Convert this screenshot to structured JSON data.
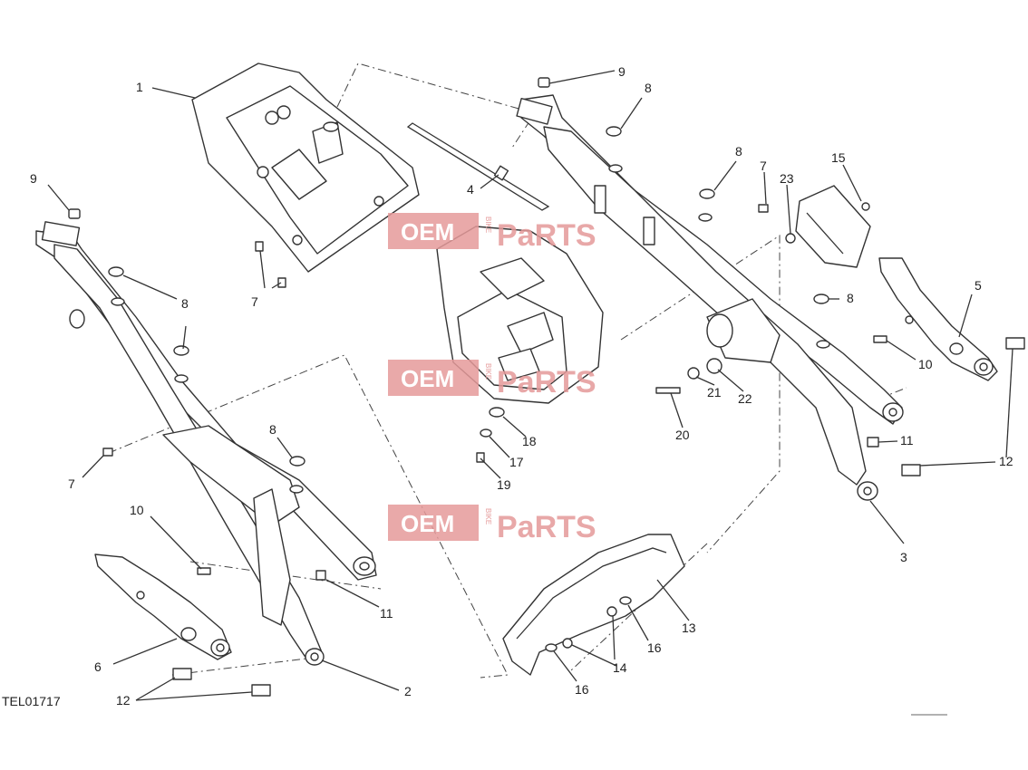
{
  "drawing_code": "TEL01717",
  "watermark": {
    "oem": "OEM",
    "bike": "BIKE",
    "parts": "PaRTS"
  },
  "callouts": [
    {
      "id": "c1",
      "text": "1"
    },
    {
      "id": "c2",
      "text": "2"
    },
    {
      "id": "c3",
      "text": "3"
    },
    {
      "id": "c4",
      "text": "4"
    },
    {
      "id": "c5",
      "text": "5"
    },
    {
      "id": "c6",
      "text": "6"
    },
    {
      "id": "c7a",
      "text": "7"
    },
    {
      "id": "c7b",
      "text": "7"
    },
    {
      "id": "c7c",
      "text": "7"
    },
    {
      "id": "c8a",
      "text": "8"
    },
    {
      "id": "c8b",
      "text": "8"
    },
    {
      "id": "c8c",
      "text": "8"
    },
    {
      "id": "c8d",
      "text": "8"
    },
    {
      "id": "c8e",
      "text": "8"
    },
    {
      "id": "c9a",
      "text": "9"
    },
    {
      "id": "c9b",
      "text": "9"
    },
    {
      "id": "c10a",
      "text": "10"
    },
    {
      "id": "c10b",
      "text": "10"
    },
    {
      "id": "c11a",
      "text": "11"
    },
    {
      "id": "c11b",
      "text": "11"
    },
    {
      "id": "c12a",
      "text": "12"
    },
    {
      "id": "c12b",
      "text": "12"
    },
    {
      "id": "c13",
      "text": "13"
    },
    {
      "id": "c14",
      "text": "14"
    },
    {
      "id": "c15",
      "text": "15"
    },
    {
      "id": "c16a",
      "text": "16"
    },
    {
      "id": "c16b",
      "text": "16"
    },
    {
      "id": "c17",
      "text": "17"
    },
    {
      "id": "c18",
      "text": "18"
    },
    {
      "id": "c19",
      "text": "19"
    },
    {
      "id": "c20",
      "text": "20"
    },
    {
      "id": "c21",
      "text": "21"
    },
    {
      "id": "c22",
      "text": "22"
    },
    {
      "id": "c23",
      "text": "23"
    }
  ]
}
